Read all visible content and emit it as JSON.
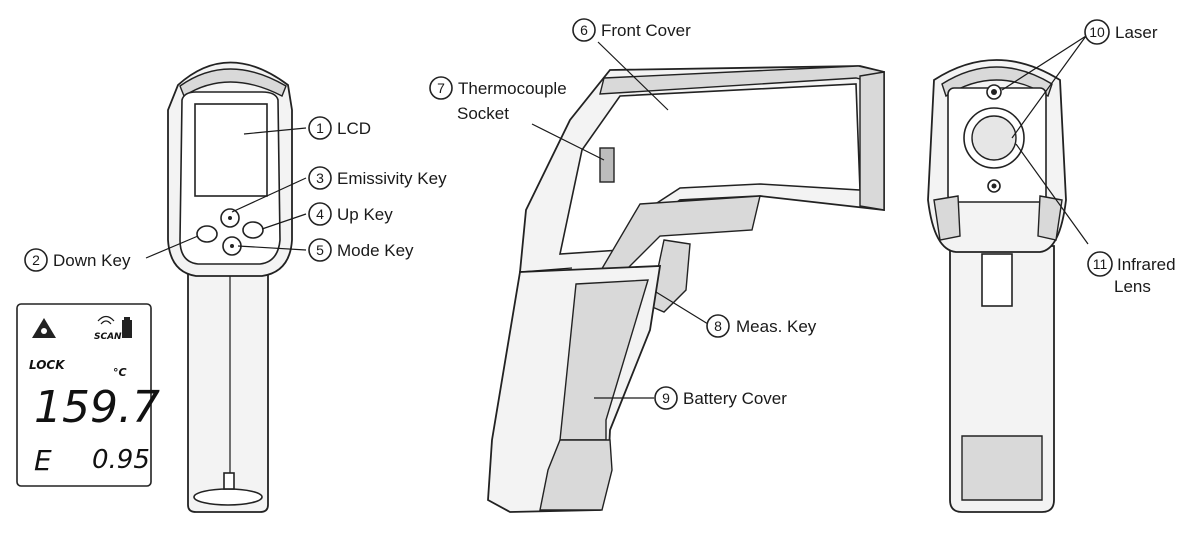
{
  "callouts": {
    "c1": {
      "num": "1",
      "label": "LCD"
    },
    "c2": {
      "num": "2",
      "label": "Down Key"
    },
    "c3": {
      "num": "3",
      "label": "Emissivity Key"
    },
    "c4": {
      "num": "4",
      "label": "Up Key"
    },
    "c5": {
      "num": "5",
      "label": "Mode Key"
    },
    "c6": {
      "num": "6",
      "label": "Front Cover"
    },
    "c7": {
      "num": "7",
      "label_line1": "Thermocouple",
      "label_line2": "Socket"
    },
    "c8": {
      "num": "8",
      "label": "Meas. Key"
    },
    "c9": {
      "num": "9",
      "label": "Battery Cover"
    },
    "c10": {
      "num": "10",
      "label": "Laser"
    },
    "c11": {
      "num": "11",
      "label_line1": "Infrared",
      "label_line2": "Lens"
    }
  },
  "lcd_display": {
    "scan": "SCAN",
    "lock": "LOCK",
    "unit": "°C",
    "reading": "159.7",
    "emissivity_letter": "E",
    "emissivity_value": "0.95"
  }
}
